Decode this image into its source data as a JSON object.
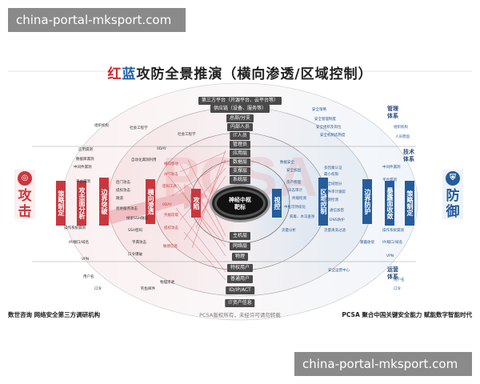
{
  "watermarks": [
    "china-portal-mksport.com",
    "china-portal-mksport.com"
  ],
  "title": {
    "red": "红",
    "blue": "蓝",
    "rest": "攻防全景推演（横向渗透/区域控制）"
  },
  "center_stack_top": [
    "第三方平台（开源平台、云平台等）",
    "供应链（设备、服务等）",
    "总部/分支",
    "内部人员",
    "IT人员",
    "管理员",
    "应用层",
    "数据层",
    "支撑层",
    "系统层"
  ],
  "core": {
    "line1": "神经中枢",
    "line2": "靶标"
  },
  "center_stack_bottom": [
    "主机层",
    "网络层",
    "物理",
    "特权用户",
    "普通用户",
    "ID/IP/ACT",
    "IT资产信息"
  ],
  "attack": {
    "label": "攻击",
    "color": "#c9373d",
    "icon": "target-icon",
    "stages": [
      "策略制定",
      "攻击面分析",
      "边界突破",
      "横向渗透",
      "攻陷"
    ]
  },
  "defense": {
    "label": "防御",
    "color": "#245c9c",
    "icon": "shield-icon",
    "stages": [
      "视控",
      "区域控制",
      "边界防护",
      "暴露面收敛",
      "策略制定"
    ]
  },
  "systems": [
    "管理体系",
    "技术体系",
    "运营体系"
  ],
  "left_labels": [
    "组织机构",
    "社会工程学",
    "社会工程学",
    "应用漏洞",
    "数据库漏洞",
    "中间件漏洞",
    "平台漏洞",
    "0DAY",
    "自动化漏洞利用",
    "后门攻击",
    "提权攻击",
    "隧道",
    "拒绝服务攻击",
    "搜索SSH隧道",
    "操作系统漏洞",
    "SSH密码",
    "IP/端口/域名",
    "字典攻击",
    "口令爆破",
    "VPN",
    "用户名",
    "口令",
    "钓鱼邮件",
    "物理渗透"
  ],
  "left_red_labels": [
    "横向移动",
    "APT攻击",
    "密码工具",
    "0DAY",
    "凭据窃取",
    "提权攻击",
    "敏感信息"
  ],
  "right_labels": [
    "安全策略",
    "安全管理制度",
    "安全组织及岗位",
    "安全机制成熟度",
    "组织机构",
    "人员稳固",
    "多因素认证",
    "最小权限",
    "安全域划分",
    "事件审计跟踪",
    "漏洞检测",
    "通信加密",
    "DNS防护",
    "流量清洗过滤",
    "暴露收敛",
    "中间件漏洞",
    "平台漏洞",
    "操作系统漏洞",
    "IP/端口/域名",
    "VPN",
    "用户名",
    "口令"
  ],
  "right_blue_labels": [
    "数据安全",
    "安全加固",
    "资产梳理",
    "日志审计",
    "终端检测",
    "中枢可持续化",
    "病毒、木马查杀",
    "流量分析",
    "安全运营中心"
  ],
  "footer": {
    "left": "数世咨询   网络安全第三方调研机构",
    "center": "PCSA版权所有，未经许可请勿转载",
    "right": "PCSA 聚合中国关键安全能力   赋能数字智能时代"
  },
  "background_watermark": "PCSA"
}
